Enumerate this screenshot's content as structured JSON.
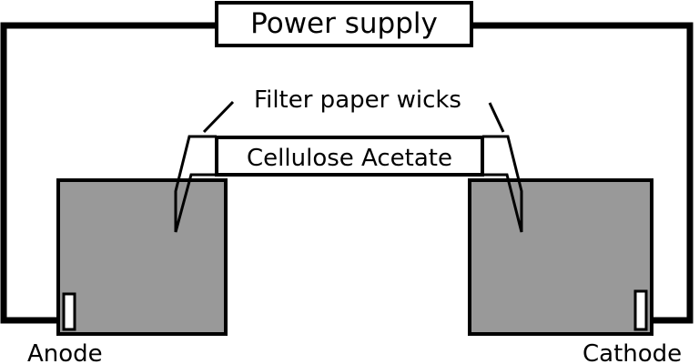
{
  "labels": {
    "power_supply": "Power supply",
    "filter_paper_wicks": "Filter paper wicks",
    "cellulose_acetate": "Cellulose Acetate",
    "anode": "Anode",
    "cathode": "Cathode"
  },
  "colors": {
    "buffer_tank": "#999999",
    "outline": "#000000"
  }
}
